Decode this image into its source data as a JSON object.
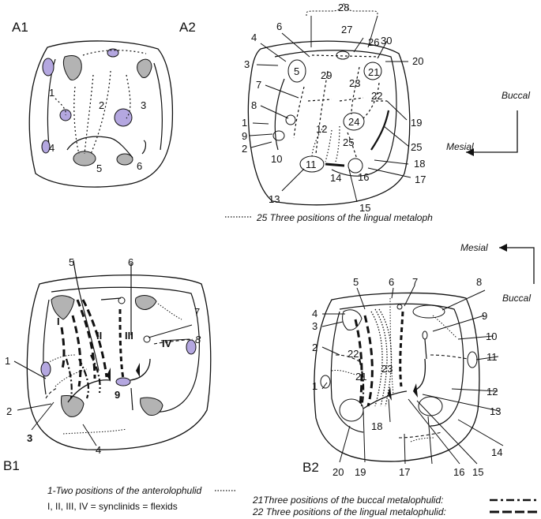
{
  "panels": {
    "a1": "A1",
    "a2": "A2",
    "b1": "B1",
    "b2": "B2"
  },
  "orientation": {
    "a_buccal": "Buccal",
    "a_mesial": "Mesial",
    "b_mesial": "Mesial",
    "b_buccal": "Buccal"
  },
  "a1_labels": [
    "1",
    "2",
    "3",
    "4",
    "5",
    "6"
  ],
  "a2_labels": [
    "1",
    "2",
    "3",
    "4",
    "5",
    "6",
    "7",
    "8",
    "9",
    "10",
    "11",
    "12",
    "13",
    "14",
    "15",
    "16",
    "17",
    "18",
    "19",
    "20",
    "21",
    "22",
    "23",
    "24",
    "25",
    "26",
    "27",
    "28",
    "29",
    "30"
  ],
  "b1_labels": [
    "1",
    "2",
    "3",
    "4",
    "5",
    "6",
    "7",
    "8",
    "9"
  ],
  "b1_synclinids": [
    "I",
    "II",
    "III",
    "IV"
  ],
  "b2_labels": [
    "1",
    "2",
    "3",
    "4",
    "5",
    "6",
    "7",
    "8",
    "9",
    "10",
    "11",
    "12",
    "13",
    "14",
    "15",
    "16",
    "17",
    "18",
    "19",
    "20",
    "21",
    "22",
    "23"
  ],
  "captions": {
    "a2_lingual_metaloph": "25 Three positions of the lingual metaloph",
    "anterolophulid": "1-Two positions of the anterolophulid",
    "synclinids": "I, II, III, IV = synclinids = flexids",
    "buccal_metalophulid": "21Three positions of the buccal metalophulid:",
    "lingual_metalophulid": "22 Three positions of the lingual metalophulid:"
  },
  "colors": {
    "outline": "#111111",
    "lavender": "#b4a7e0",
    "gray": "#b3b3b3"
  }
}
